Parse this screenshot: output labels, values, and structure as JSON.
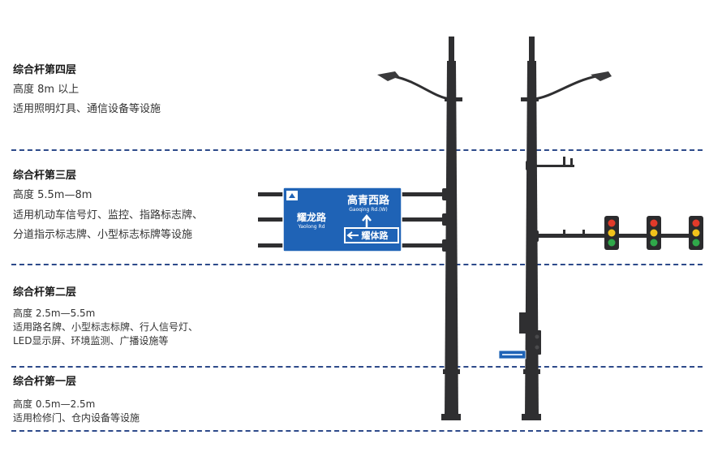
{
  "layers": [
    {
      "title": "综合杆第四层",
      "lines": [
        "高度 8m 以上",
        "适用照明灯具、通信设备等设施"
      ]
    },
    {
      "title": "综合杆第三层",
      "lines": [
        "高度 5.5m—8m",
        "适用机动车信号灯、监控、指路标志牌、",
        "分道指示标志牌、小型标志标牌等设施"
      ]
    },
    {
      "title": "综合杆第二层",
      "lines": [
        "高度 2.5m—5.5m",
        "适用路名牌、小型标志标牌、行人信号灯、",
        "LED显示屏、环境监测、广播设施等"
      ]
    },
    {
      "title": "综合杆第一层",
      "lines": [
        "高度 0.5m—2.5m",
        "适用检修门、仓内设备等设施"
      ]
    }
  ],
  "sign": {
    "place1_cn": "高青西路",
    "place1_en": "Gaoqing Rd.(W)",
    "place2_cn": "耀龙路",
    "place2_en": "Yaolong Rd",
    "place3_cn": "耀体路"
  },
  "colors": {
    "divider": "#2d4a8a",
    "sign_blue": "#1f63b6",
    "pole": "#2f2f31",
    "signal_red": "#e23a2a",
    "signal_yellow": "#f2c21b",
    "signal_green": "#2fa84a"
  }
}
